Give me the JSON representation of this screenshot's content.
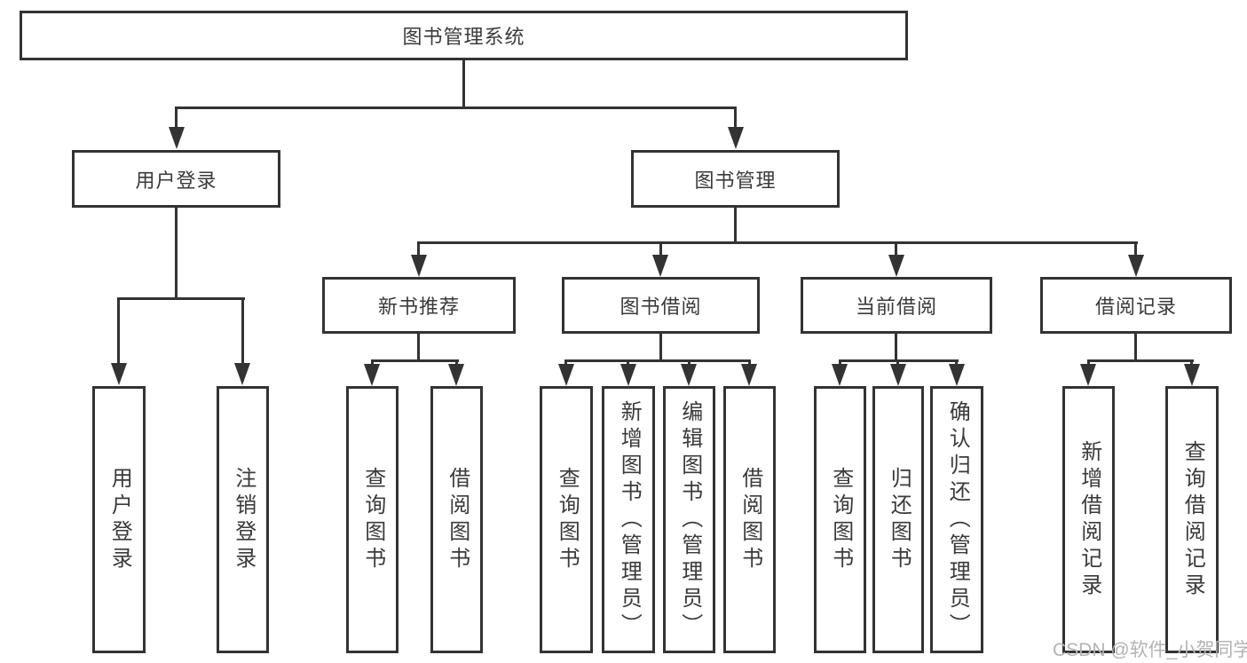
{
  "diagram": {
    "root_label": "图书管理系统",
    "level2": [
      {
        "label": "用户登录"
      },
      {
        "label": "图书管理"
      }
    ],
    "level3": [
      {
        "label": "新书推荐"
      },
      {
        "label": "图书借阅"
      },
      {
        "label": "当前借阅"
      },
      {
        "label": "借阅记录"
      }
    ],
    "leaves": {
      "user_login": [
        {
          "label": "用户登录"
        },
        {
          "label": "注销登录"
        }
      ],
      "new_book_recommend": [
        {
          "label": "查询图书"
        },
        {
          "label": "借阅图书"
        }
      ],
      "book_borrow": [
        {
          "label": "查询图书"
        },
        {
          "label": "新增图书（管理员）"
        },
        {
          "label": "编辑图书（管理员）"
        },
        {
          "label": "借阅图书"
        }
      ],
      "current_borrow": [
        {
          "label": "查询图书"
        },
        {
          "label": "归还图书"
        },
        {
          "label": "确认归还（管理员）"
        }
      ],
      "borrow_records": [
        {
          "label": "新增借阅记录"
        },
        {
          "label": "查询借阅记录"
        }
      ]
    },
    "watermark": "CSDN @软件_小贺同学",
    "colors": {
      "line": "#333333",
      "text": "#3a3a3a",
      "watermark": "#b3b3b3",
      "background": "#ffffff"
    }
  }
}
